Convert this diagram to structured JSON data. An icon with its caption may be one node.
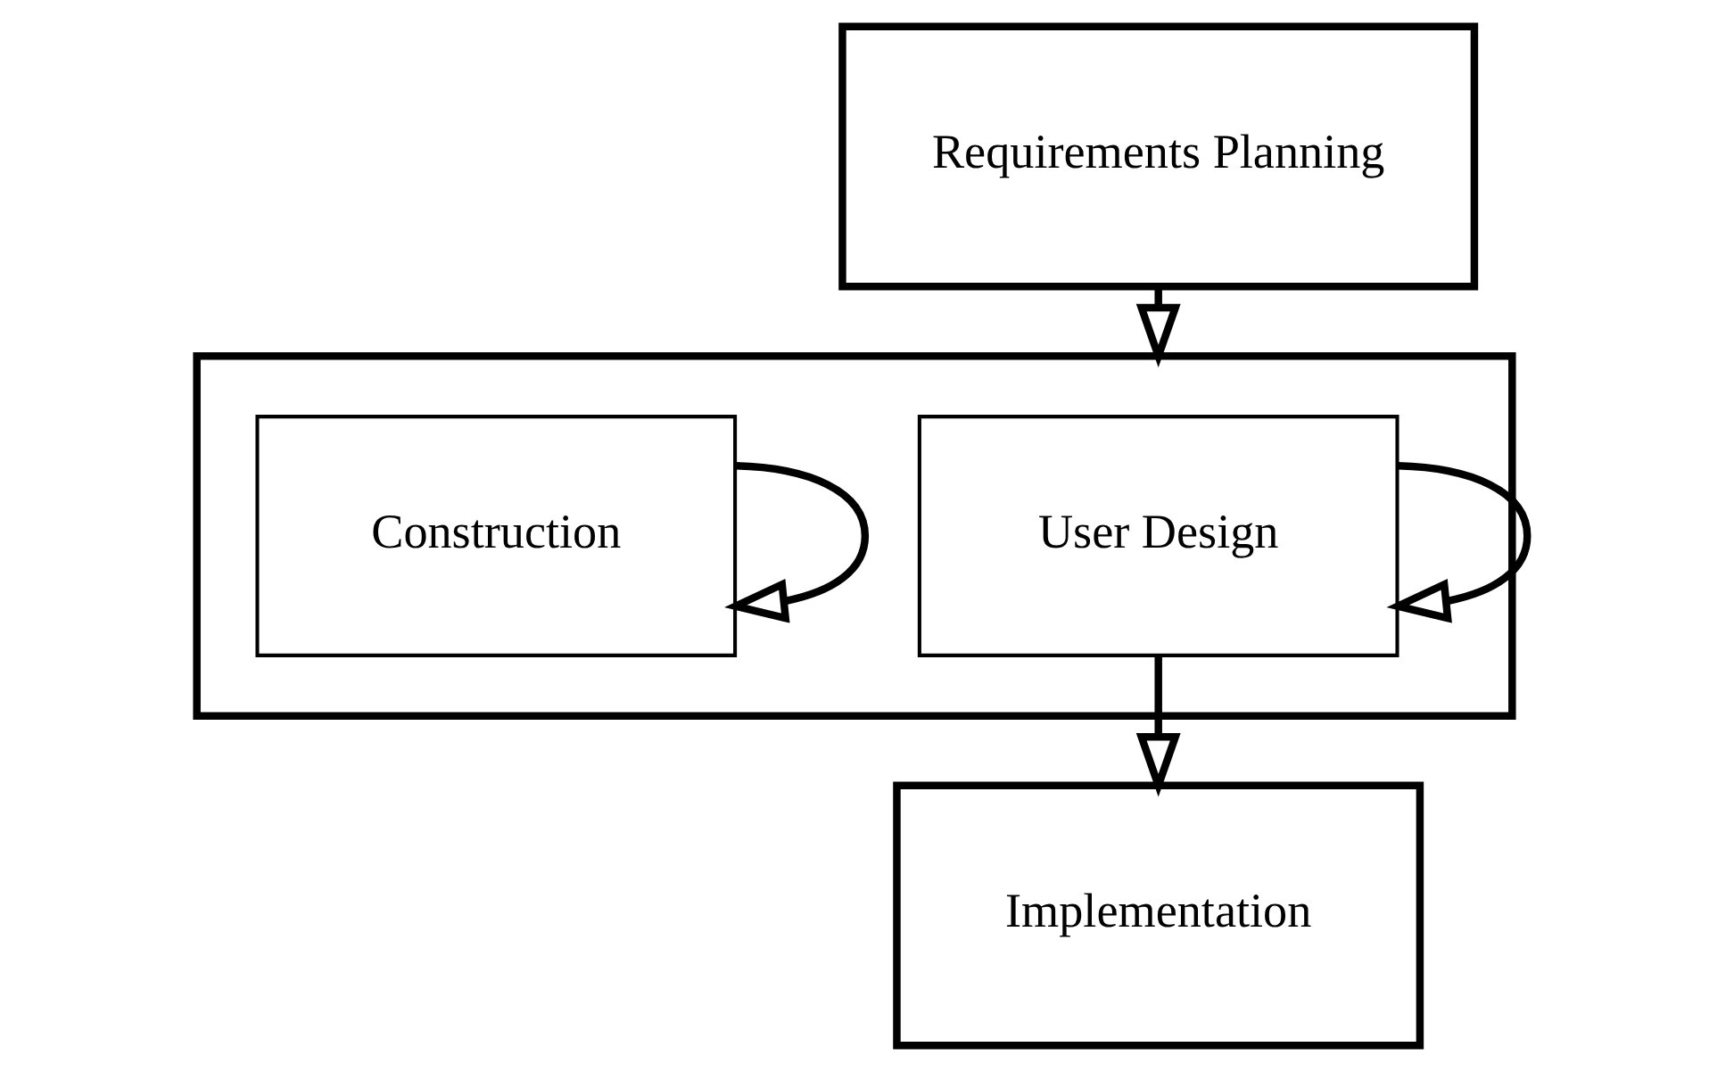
{
  "diagram": {
    "nodes": [
      {
        "text": [
          "Requirements Planning"
        ]
      },
      {
        "text": [],
        "shape": "box"
      },
      {
        "text": [
          "User Design"
        ],
        "in": 1
      },
      {
        "text": [
          "Construction"
        ],
        "in": 1
      },
      {
        "text": [
          "Implementation"
        ]
      }
    ],
    "edges": [
      {
        "from": 0,
        "to": 1,
        "arrow": "to"
      },
      {
        "from": 2,
        "to": 2,
        "arrow": "to"
      },
      {
        "from": 3,
        "to": 3,
        "arrow": "to"
      },
      {
        "from": 1,
        "to": 4,
        "arrow": "to"
      }
    ]
  }
}
